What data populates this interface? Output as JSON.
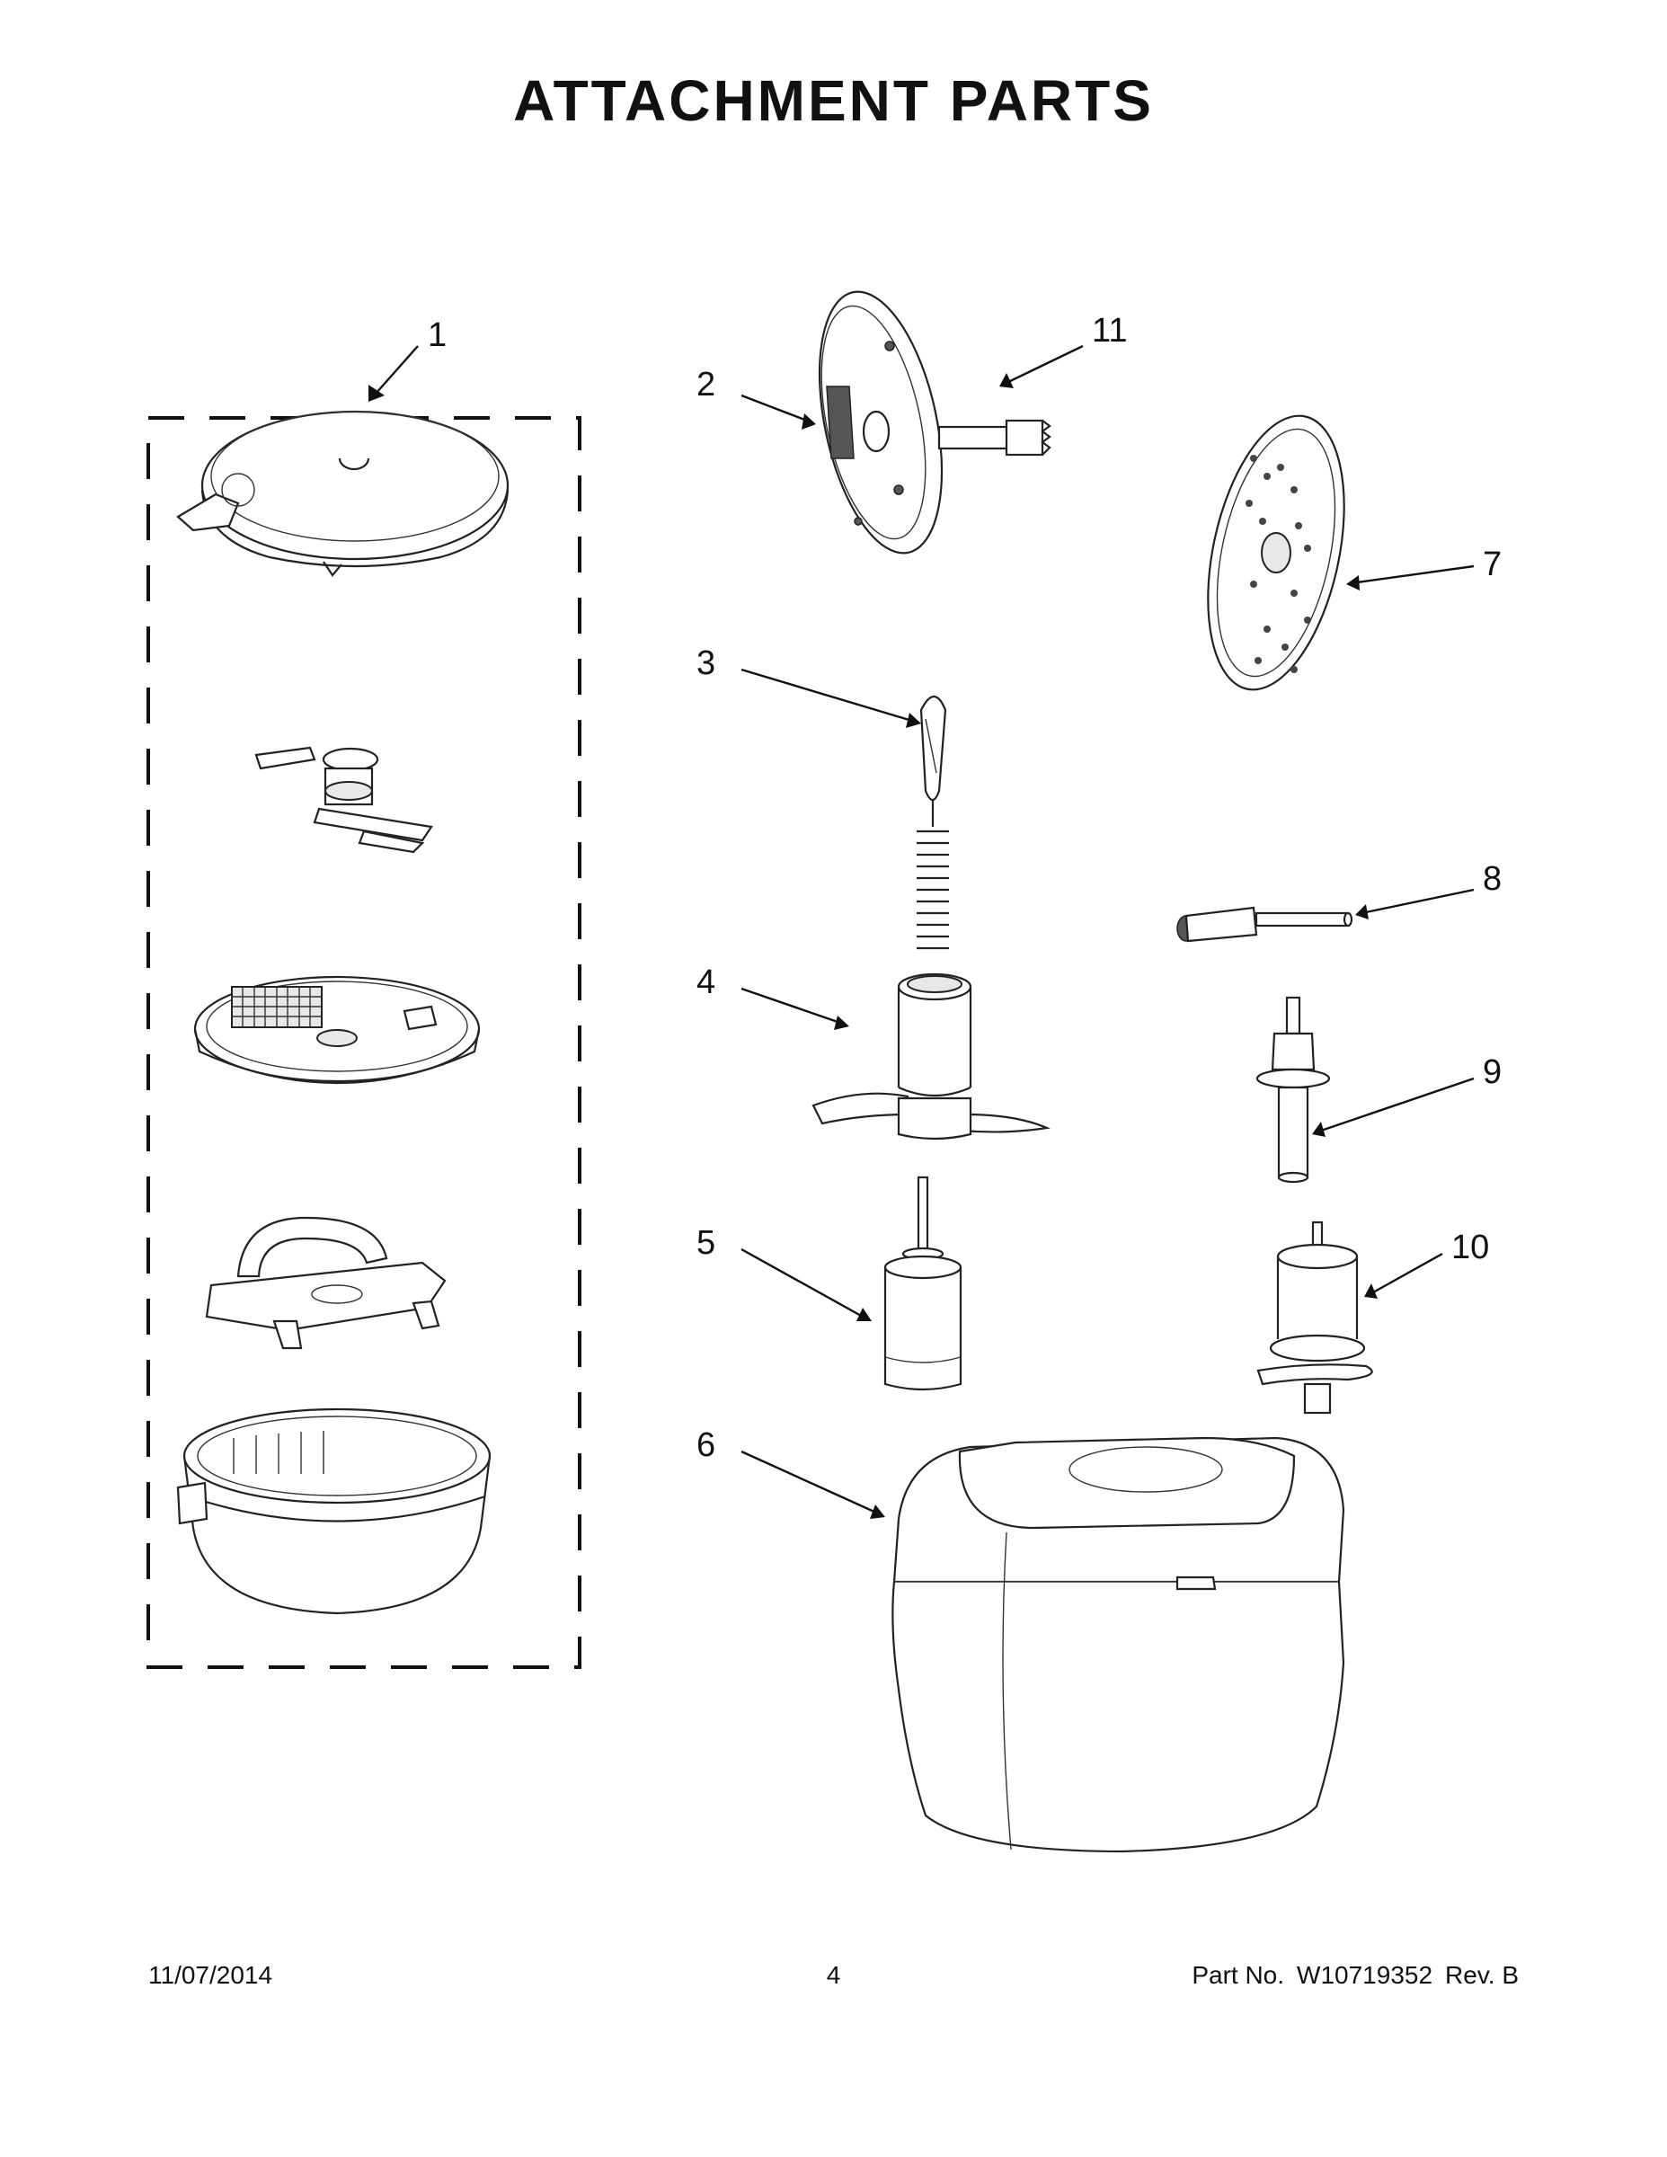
{
  "title": "ATTACHMENT PARTS",
  "callouts": [
    "1",
    "2",
    "3",
    "4",
    "5",
    "6",
    "7",
    "8",
    "9",
    "10",
    "11"
  ],
  "footer": {
    "date": "11/07/2014",
    "page": "4",
    "part_label": "Part No.",
    "part_number": "W10719352",
    "revision": "Rev. B"
  }
}
